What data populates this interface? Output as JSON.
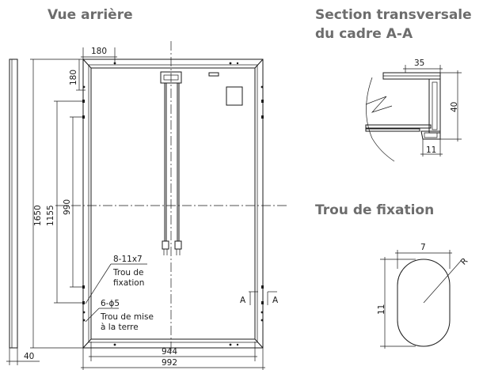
{
  "headings": {
    "rear_view": "Vue arrière",
    "section_line1": "Section transversale",
    "section_line2": "du cadre A-A",
    "mounting_hole": "Trou de fixation"
  },
  "rear_view_dims": {
    "top_hole_offset": "180",
    "side_hole_offset": "180",
    "height": "1650",
    "hole_spacing_outer": "1155",
    "hole_spacing_inner": "990",
    "inner_width": "944",
    "outer_width": "992",
    "frame_depth": "40"
  },
  "annotations": {
    "mount_hole_spec": "8-11x7",
    "mount_hole_label_1": "Trou de",
    "mount_hole_label_2": "fixation",
    "ground_hole_spec": "6-ϕ5",
    "ground_hole_label_1": "Trou de mise",
    "ground_hole_label_2": "à la terre",
    "section_marker_left": "A",
    "section_marker_right": "A"
  },
  "section_dims": {
    "width": "35",
    "height": "40",
    "lip": "11"
  },
  "hole_dims": {
    "width": "7",
    "length": "11",
    "radius": "R"
  },
  "colors": {
    "heading": "#6d6d6d",
    "line": "#1a1a1a",
    "background": "#ffffff"
  }
}
